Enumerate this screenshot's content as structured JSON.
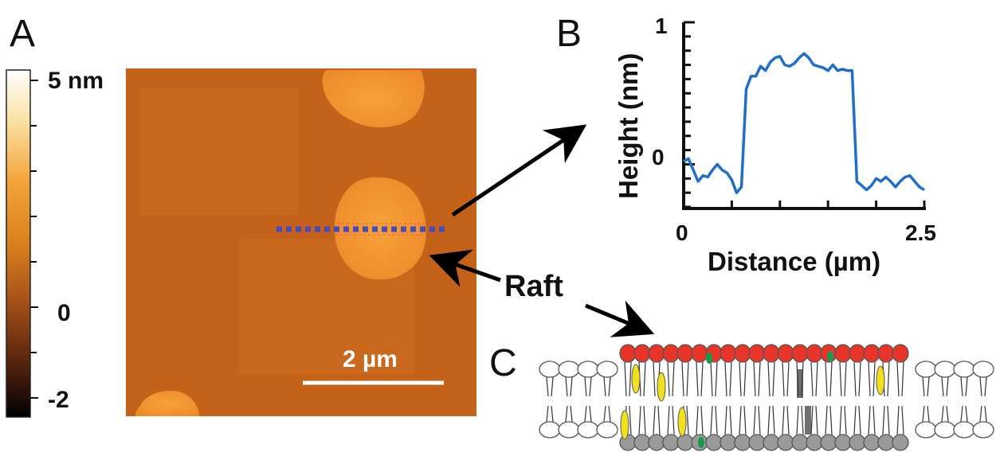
{
  "panels": {
    "a": "A",
    "b": "B",
    "c": "C"
  },
  "colorbar": {
    "max_label": "5 nm",
    "zero_label": "0",
    "min_label": "-2",
    "max": 5,
    "min": -2
  },
  "afm_image": {
    "scale_bar_label": "2 µm",
    "scale_bar_length_um": 2,
    "colors": {
      "background": "#c8661c",
      "raft": "#f08d2c"
    }
  },
  "annotation": {
    "raft_label": "Raft"
  },
  "chart_data": {
    "type": "line",
    "xlabel": "Distance (µm)",
    "ylabel": "Height (nm)",
    "xlim": [
      0,
      2.5
    ],
    "ylim": [
      -0.3,
      1.0
    ],
    "x_tick_labels": [
      "0",
      "2.5"
    ],
    "y_tick_labels": [
      "0",
      "1"
    ],
    "color": "#1f6fc9",
    "series": [
      {
        "x": [
          0.0,
          0.05,
          0.1,
          0.15,
          0.2,
          0.25,
          0.3,
          0.35,
          0.4,
          0.45,
          0.5,
          0.55,
          0.6,
          0.65,
          0.7,
          0.75,
          0.8,
          0.85,
          0.9,
          0.95,
          1.0,
          1.05,
          1.1,
          1.15,
          1.2,
          1.25,
          1.3,
          1.35,
          1.4,
          1.45,
          1.5,
          1.55,
          1.6,
          1.65,
          1.7,
          1.75,
          1.8,
          1.85,
          1.9,
          1.95,
          2.0,
          2.05,
          2.1,
          2.15,
          2.2,
          2.25,
          2.3,
          2.35,
          2.4,
          2.45,
          2.5
        ],
        "y": [
          0.02,
          0.04,
          -0.04,
          -0.12,
          -0.08,
          -0.09,
          -0.04,
          0.0,
          -0.04,
          -0.06,
          -0.11,
          -0.2,
          -0.16,
          0.53,
          0.62,
          0.62,
          0.69,
          0.66,
          0.72,
          0.75,
          0.76,
          0.7,
          0.69,
          0.71,
          0.75,
          0.78,
          0.75,
          0.7,
          0.69,
          0.68,
          0.66,
          0.7,
          0.66,
          0.67,
          0.66,
          0.66,
          -0.12,
          -0.15,
          -0.18,
          -0.15,
          -0.1,
          -0.12,
          -0.09,
          -0.12,
          -0.16,
          -0.12,
          -0.09,
          -0.08,
          -0.12,
          -0.16,
          -0.18
        ]
      }
    ]
  }
}
